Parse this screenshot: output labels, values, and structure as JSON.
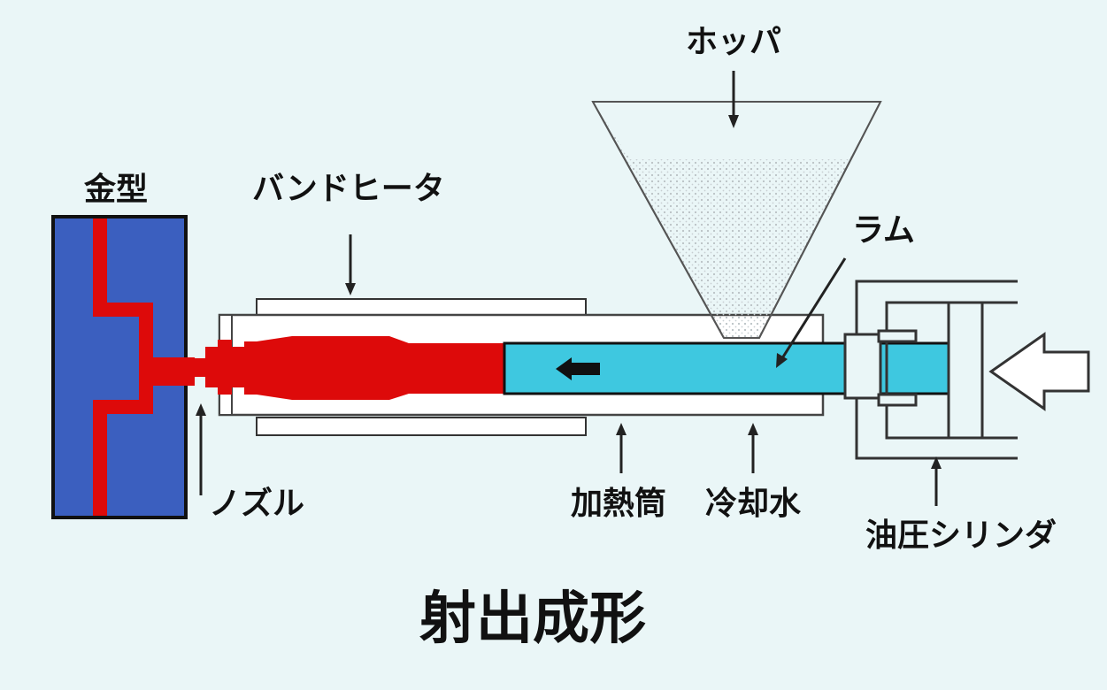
{
  "title": "射出成形",
  "labels": {
    "mold": "金型",
    "band_heater": "バンドヒータ",
    "hopper": "ホッパ",
    "ram": "ラム",
    "nozzle": "ノズル",
    "heating_cylinder": "加熱筒",
    "cooling_water": "冷却水",
    "hydraulic_cylinder": "油圧シリンダ"
  },
  "colors": {
    "background": "#eaf6f7",
    "mold_fill": "#3b5fbf",
    "molten_resin": "#dd0a0a",
    "ram": "#3ec8e0",
    "line": "#111111"
  }
}
